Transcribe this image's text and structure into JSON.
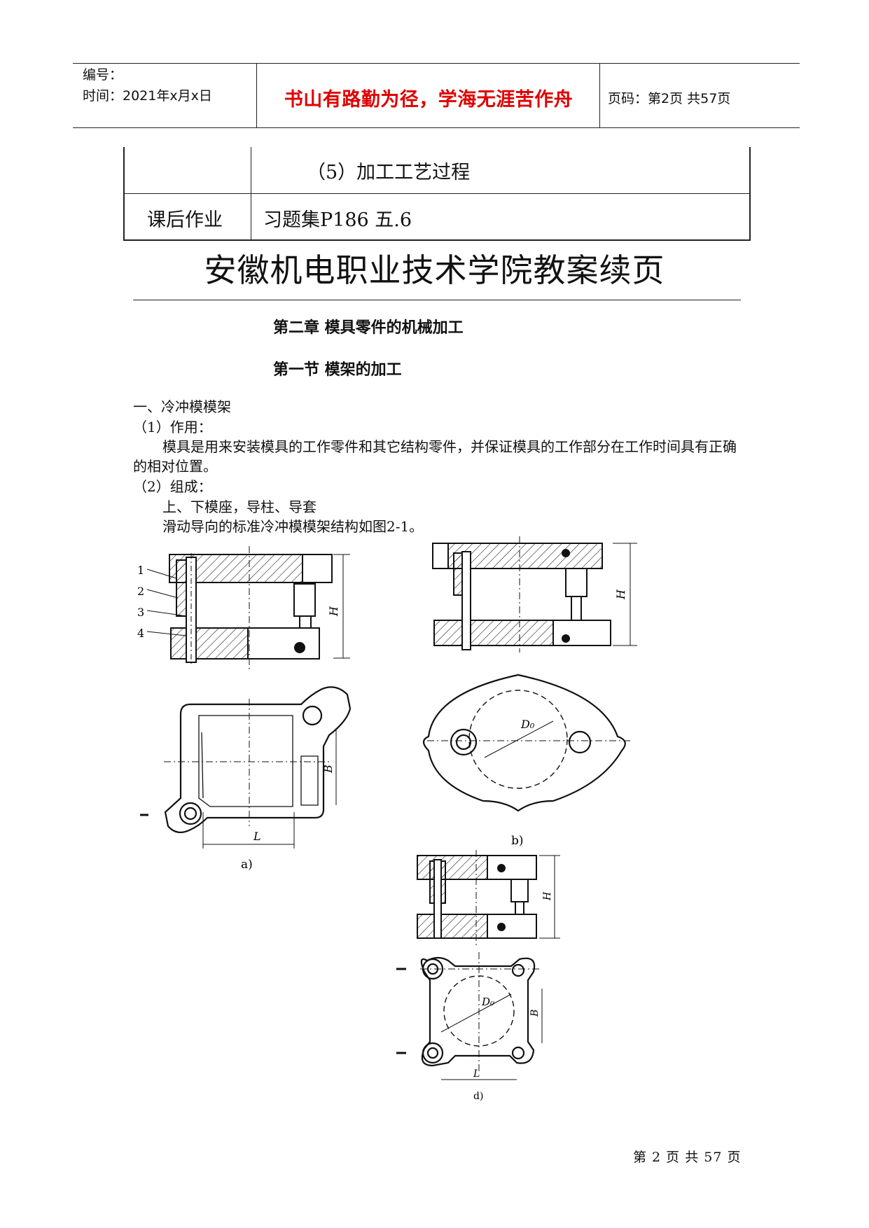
{
  "header": {
    "serial_label": "编号：",
    "time_label": "时间：2021年x月x日",
    "motto": "书山有路勤为径，学海无涯苦作舟",
    "page_info": "页码：第2页  共57页"
  },
  "table": {
    "row1_content": "（5）加工工艺过程",
    "row2_label": "课后作业",
    "row2_content": "习题集P186    五.6"
  },
  "page_title": "安徽机电职业技术学院教案续页",
  "chapter_heading": "第二章  模具零件的机械加工",
  "section_heading": "第一节  模架的加工",
  "body": {
    "item_1": "一、冷冲模模架",
    "item_2": "（1）作用：",
    "para_1": "模具是用来安装模具的工作零件和其它结构零件，并保证模具的工作部分在工作时间具有正确的相对位置。",
    "item_3": "（2）组成：",
    "line_1": "上、下模座，导柱、导套",
    "line_2": "滑动导向的标准冷冲模模架结构如图2-1。"
  },
  "figure": {
    "callouts": [
      "1",
      "2",
      "3",
      "4"
    ],
    "dim_h": "H",
    "dim_b": "B",
    "dim_l": "L",
    "dim_d0": "D₀",
    "label_a": "a)",
    "label_b": "b)",
    "label_d": "d)"
  },
  "footer": "第 2 页 共 57 页"
}
